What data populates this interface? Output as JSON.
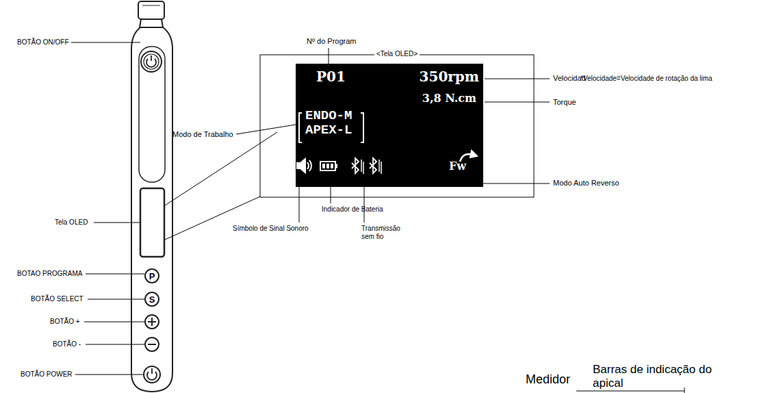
{
  "diagram": {
    "nodes": [
      {
        "text": [
          "<Tela OLED>"
        ]
      },
      {
        "text": [
          "P01",
          "350rpm",
          "3,8 N.cm",
          "ENDO-M APEX-L",
          "Fw"
        ],
        "in": 0
      }
    ],
    "labels": [
      "BOTÃO ON/OFF",
      "Nº do Program",
      "Modo de Trabalho",
      "Velocidad",
      "*Velocidade=Velocidade de rotação da lima",
      "Torque",
      "Modo Auto Reverso",
      "Tela OLED",
      "Indicador de Bateria",
      "BOTAO PROGRAMA",
      "Símbolo de Sinal Sonoro",
      "Transmissão sem fio",
      "BOTÃO SELECT",
      "BOTÃO +",
      "BOTÃO -",
      "BOTÃO POWER",
      "Medidor",
      "Barras de indicação do apical",
      "P",
      "S"
    ]
  }
}
